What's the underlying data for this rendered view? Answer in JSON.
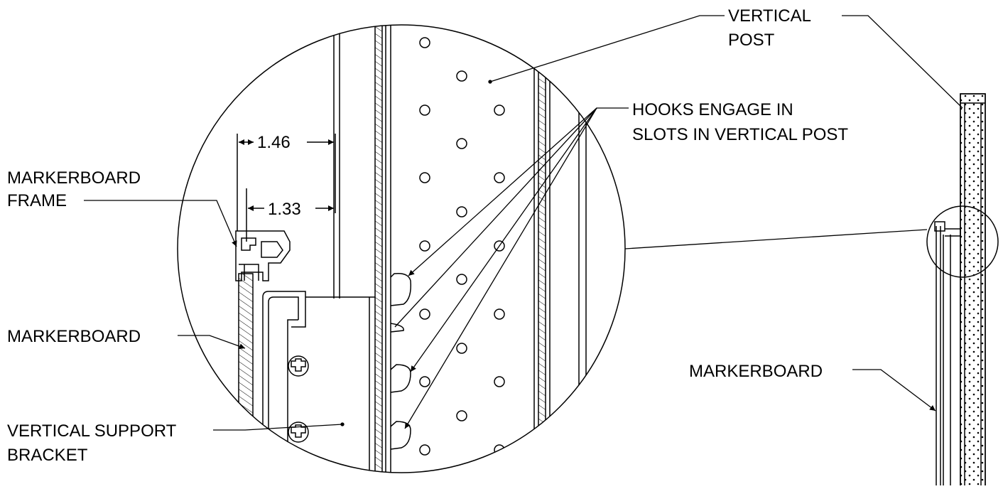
{
  "labels": {
    "vertical_post_1": "VERTICAL",
    "vertical_post_2": "POST",
    "hooks_1": "HOOKS ENGAGE IN",
    "hooks_2": "SLOTS IN VERTICAL POST",
    "frame_1": "MARKERBOARD",
    "frame_2": "FRAME",
    "markerboard_left": "MARKERBOARD",
    "bracket_1": "VERTICAL SUPPORT",
    "bracket_2": "BRACKET",
    "markerboard_right": "MARKERBOARD"
  },
  "dimensions": {
    "outer": "1.46",
    "inner": "1.33"
  },
  "colors": {
    "line": "#000000",
    "background": "#ffffff"
  }
}
